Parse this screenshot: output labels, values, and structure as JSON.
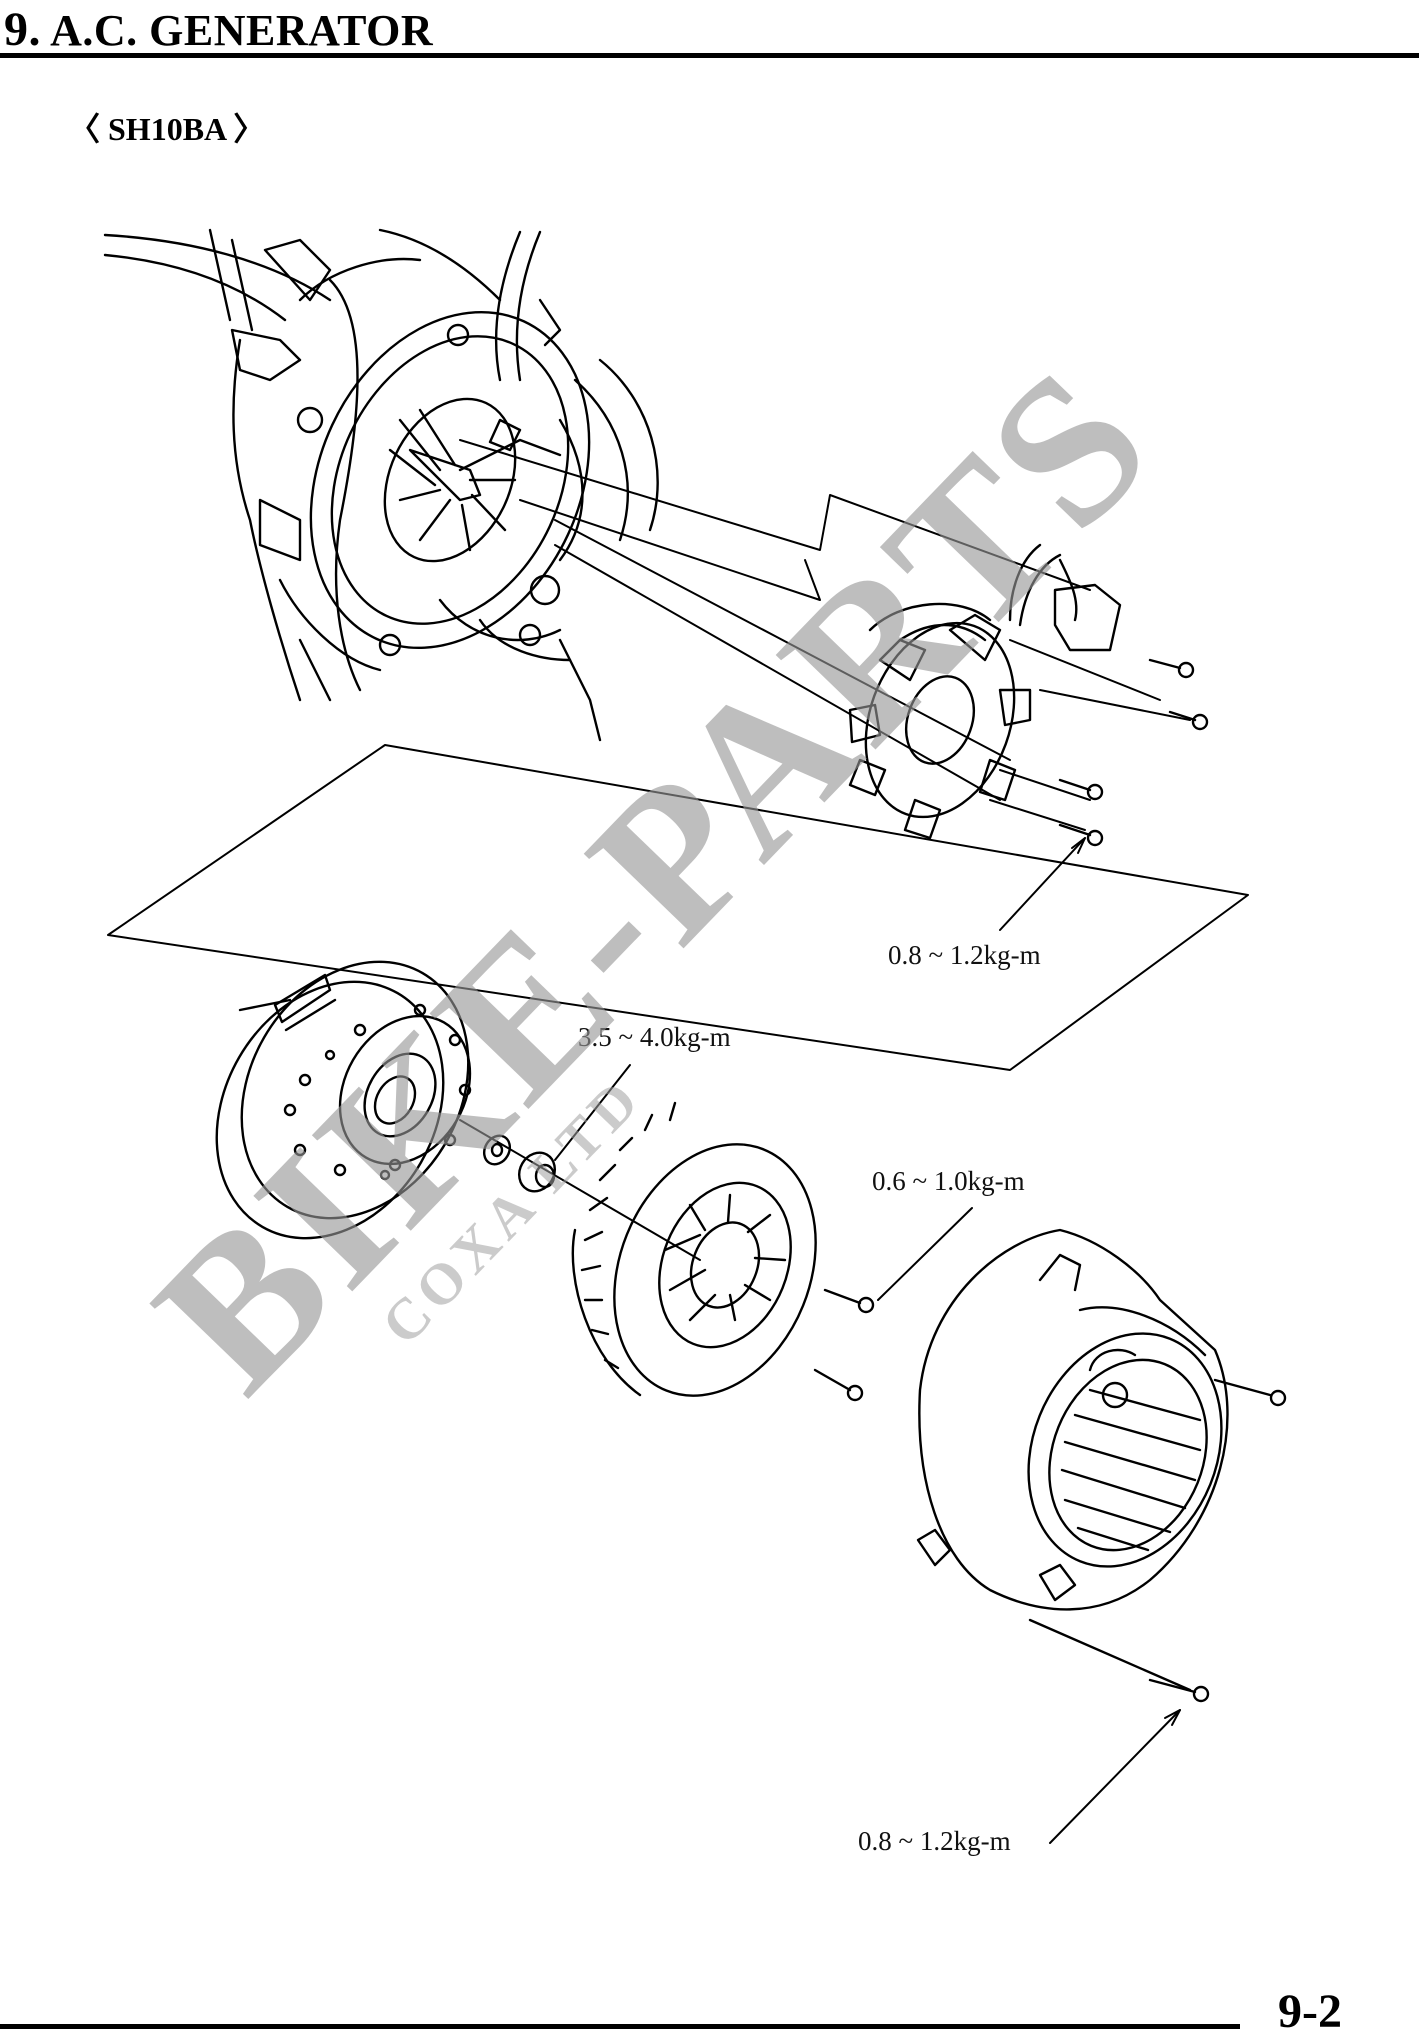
{
  "header": {
    "chapter_number": "9.",
    "title": "A.C. GENERATOR"
  },
  "model": {
    "label": "〈 SH10BA 〉"
  },
  "torque_specs": [
    "0.8 ~ 1.2kg-m",
    "3.5 ~ 4.0kg-m",
    "0.6 ~ 1.0kg-m",
    "0.8 ~ 1.2kg-m"
  ],
  "watermark": {
    "main": "BIKE-PARTS",
    "sub": "COXA LTD"
  },
  "footer": {
    "page_number": "9-2"
  }
}
